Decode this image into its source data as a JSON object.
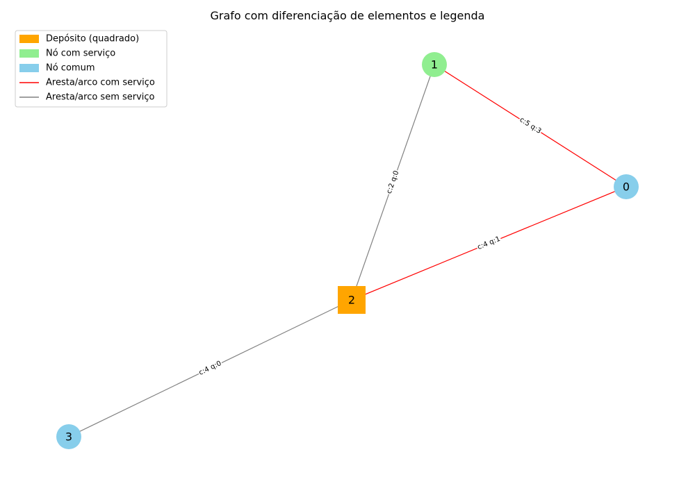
{
  "title": "Grafo com diferenciação de elementos e legenda",
  "colors": {
    "deposit": "#FFA500",
    "service_node": "#90EE90",
    "common_node": "#87CEEB",
    "service_edge": "#FF0000",
    "plain_edge": "#808080"
  },
  "legend": {
    "placement": "top-left",
    "items": [
      {
        "label": "Depósito (quadrado)",
        "kind": "patch",
        "color": "#FFA500"
      },
      {
        "label": "Nó com serviço",
        "kind": "patch",
        "color": "#90EE90"
      },
      {
        "label": "Nó comum",
        "kind": "patch",
        "color": "#87CEEB"
      },
      {
        "label": "Aresta/arco com serviço",
        "kind": "line",
        "color": "#FF0000"
      },
      {
        "label": "Aresta/arco sem serviço",
        "kind": "line",
        "color": "#808080"
      }
    ]
  },
  "nodes": [
    {
      "id": "0",
      "label": "0",
      "type": "common",
      "shape": "circle"
    },
    {
      "id": "1",
      "label": "1",
      "type": "service",
      "shape": "circle"
    },
    {
      "id": "2",
      "label": "2",
      "type": "deposit",
      "shape": "square"
    },
    {
      "id": "3",
      "label": "3",
      "type": "common",
      "shape": "circle"
    }
  ],
  "edges": [
    {
      "from": "1",
      "to": "0",
      "label": "c:5 q:3",
      "service": true
    },
    {
      "from": "2",
      "to": "1",
      "label": "c:2 q:0",
      "service": false
    },
    {
      "from": "2",
      "to": "0",
      "label": "c:4 q:1",
      "service": true
    },
    {
      "from": "3",
      "to": "2",
      "label": "c:4 q:0",
      "service": false
    }
  ]
}
